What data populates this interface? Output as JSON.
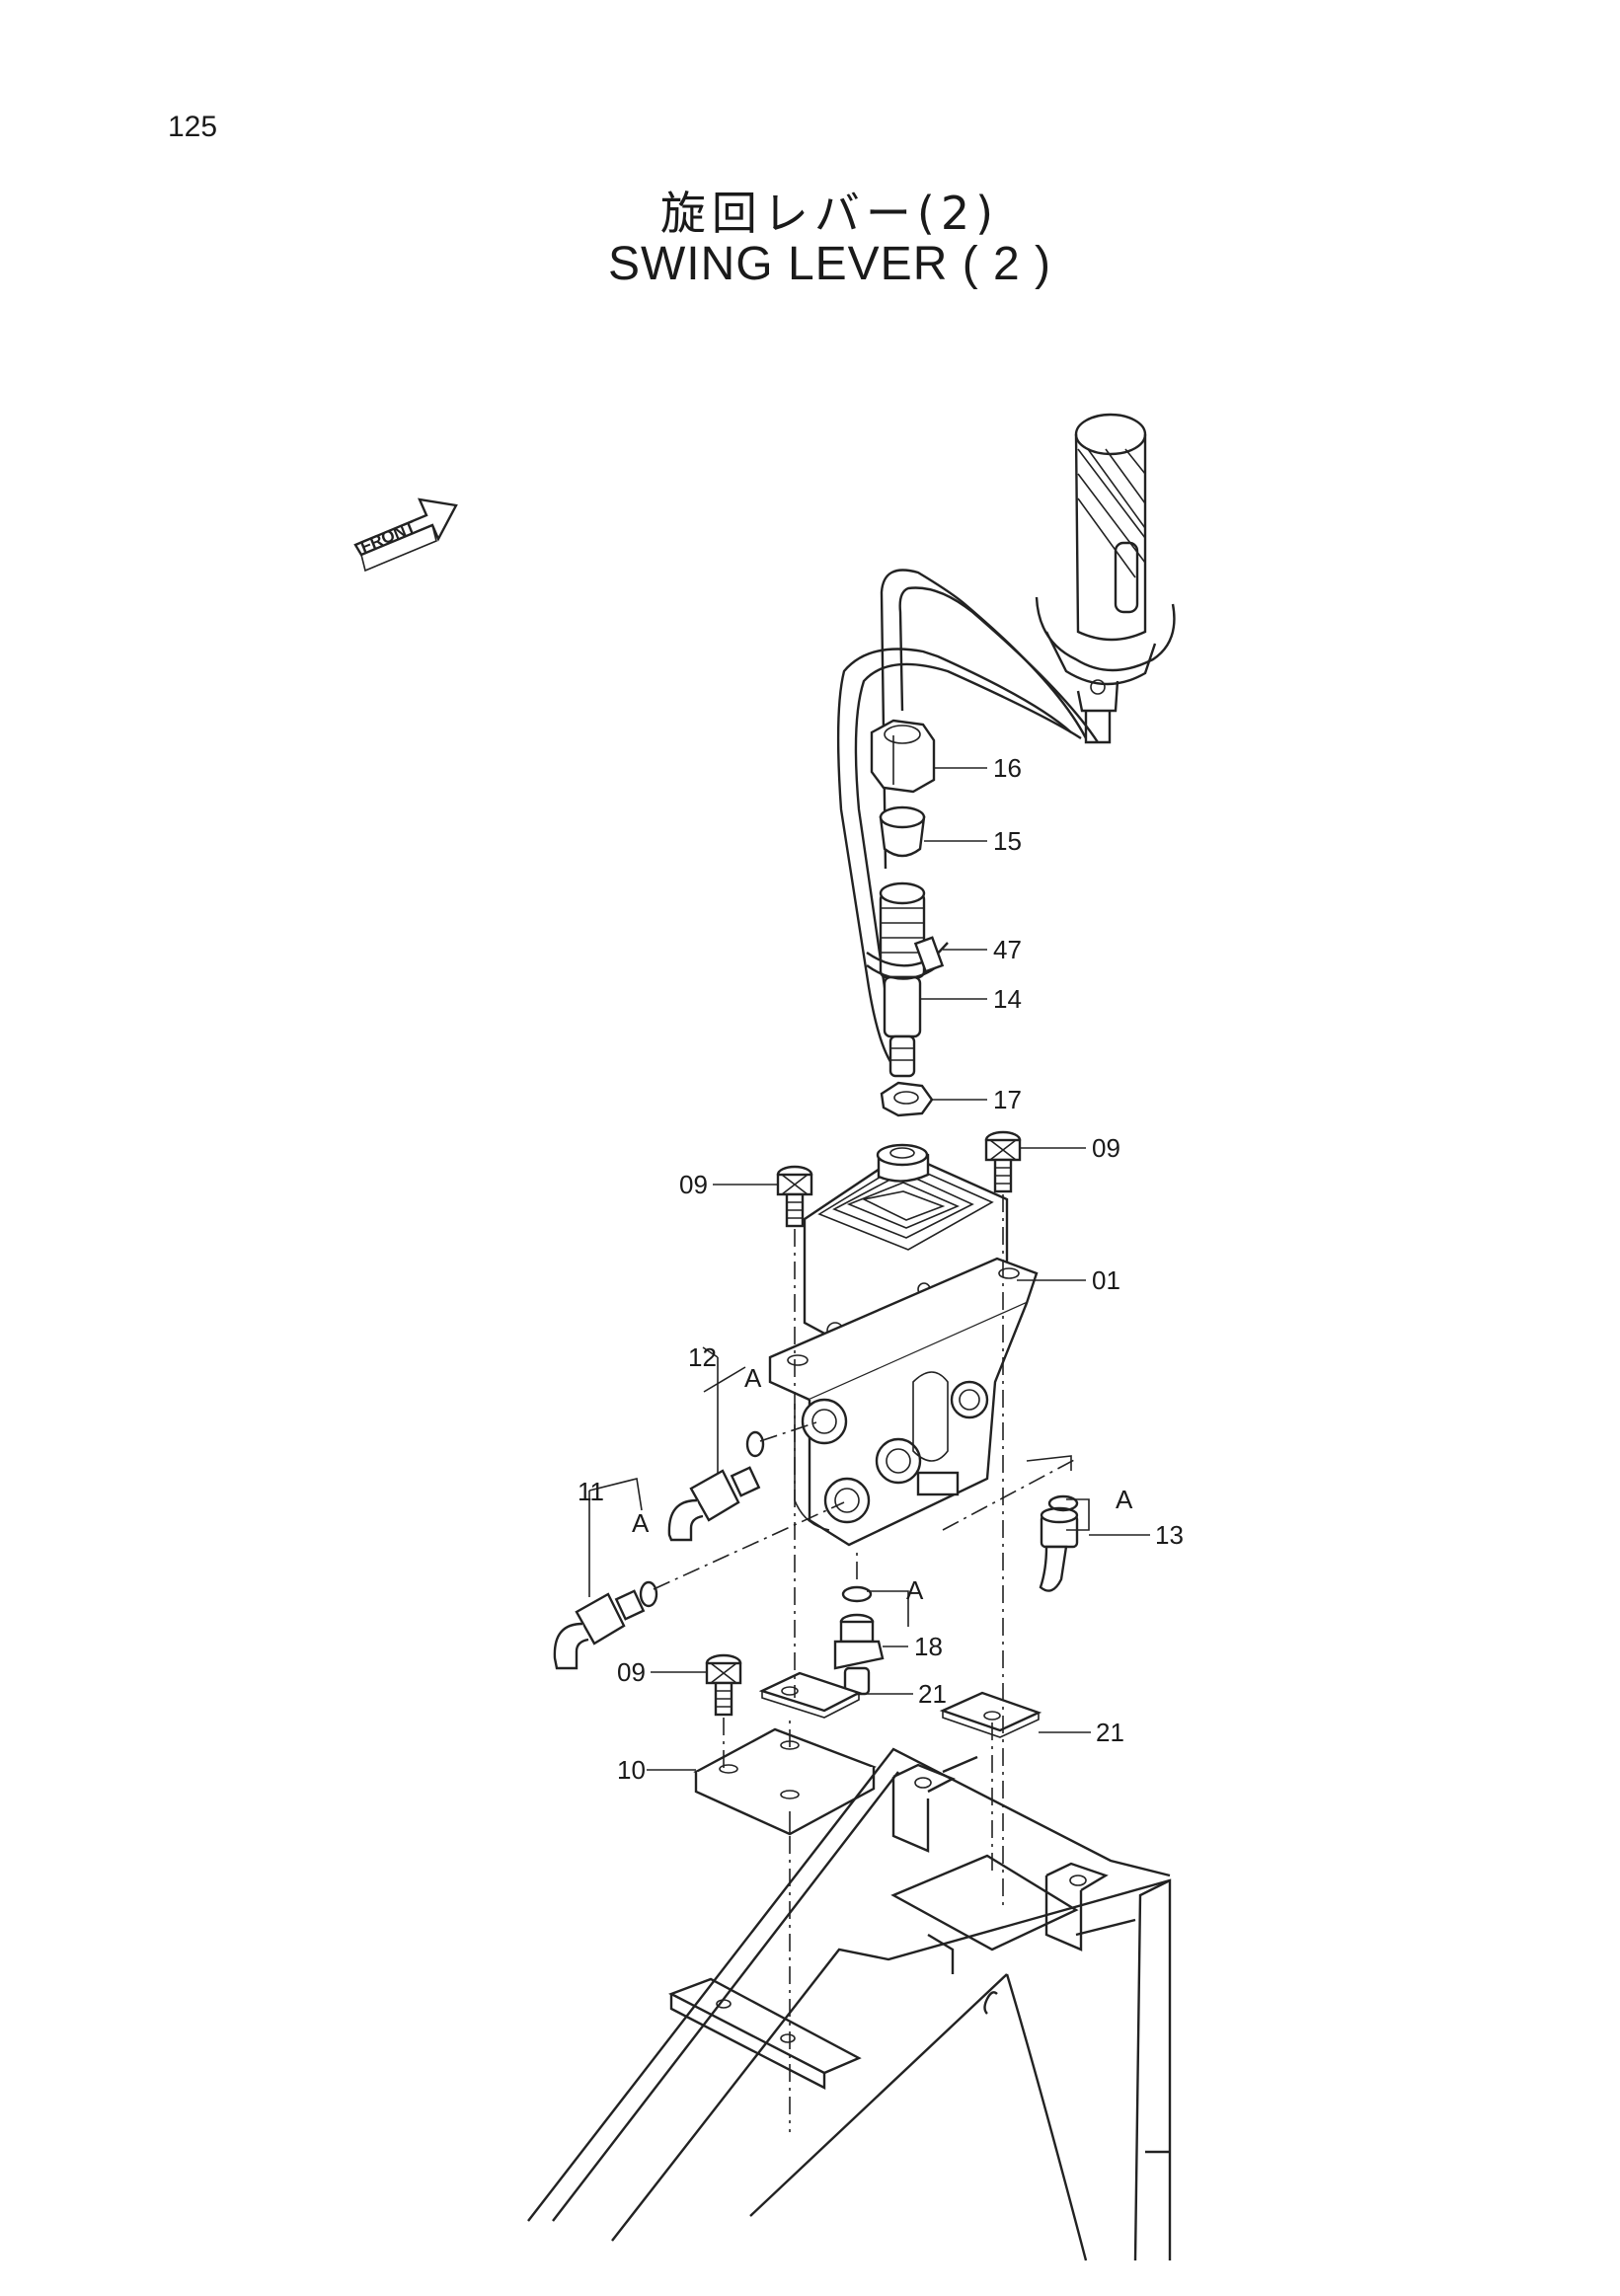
{
  "page_number": "125",
  "title_jp": "旋回レバー(2)",
  "title_en": "SWING LEVER ( 2 )",
  "front_label": "FRONT",
  "callouts": {
    "p16": "16",
    "p15": "15",
    "p47": "47",
    "p14": "14",
    "p17": "17",
    "p09a": "09",
    "p09b": "09",
    "p01": "01",
    "p12": "12",
    "p11": "11",
    "p13": "13",
    "p18": "18",
    "p09c": "09",
    "p21a": "21",
    "p21b": "21",
    "p10": "10",
    "a1": "A",
    "a2": "A",
    "a3": "A",
    "a4": "A"
  }
}
